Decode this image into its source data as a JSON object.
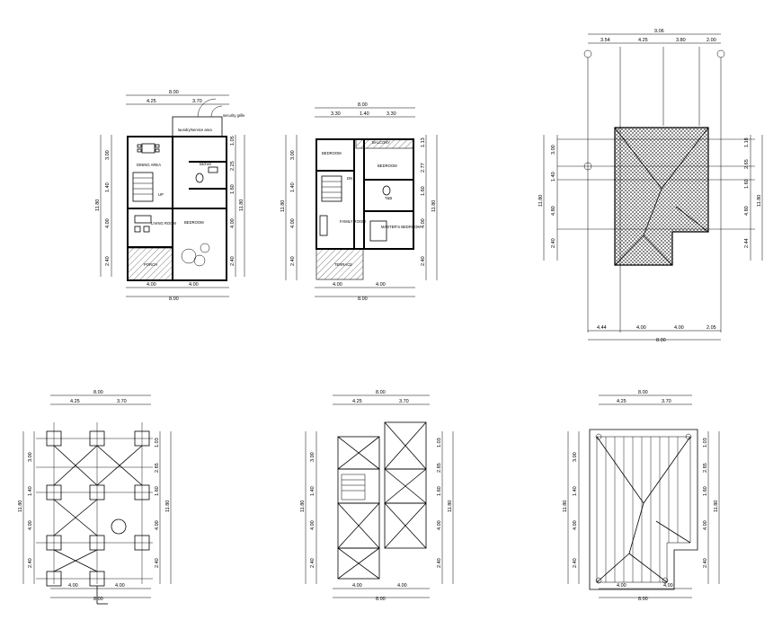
{
  "dims": {
    "total_width": "8.00",
    "total_width_b": "8.00",
    "total_height": "11.80",
    "top_split": [
      "4.25",
      "3.70"
    ],
    "mid_split": [
      "3.30",
      "1.40",
      "3.30"
    ],
    "bottom_split": [
      "4.00",
      "4.00"
    ],
    "left_segments": [
      "3.00",
      "1.40",
      "4.00",
      "2.40"
    ],
    "right_segments_a": [
      "1.05",
      "2.25",
      "1.60",
      "4.00",
      "2.40"
    ],
    "right_segments_b": [
      "1.13",
      "2.77",
      "1.60",
      "4.00",
      "2.40"
    ],
    "right_segments_c": [
      "1.03",
      "2.85",
      "1.60",
      "4.00",
      "2.40"
    ],
    "roof_top": [
      "9.06",
      "3.54",
      "4.25",
      "3.80",
      "2.00"
    ],
    "roof_left": [
      "3.00",
      "1.40",
      "4.80",
      "2.40"
    ],
    "roof_right": [
      "1.18",
      "2.65",
      "1.60",
      "4.80",
      "2.44"
    ],
    "roof_bottom": [
      "4.44",
      "4.00",
      "4.00",
      "2.05"
    ]
  },
  "rooms": {
    "security_grille": "security grille",
    "laundry": "laundry/service area",
    "dining": "DINING AREA",
    "kitchen": "kitchen",
    "bedroom": "BEDROOM",
    "living": "LIVING ROOM",
    "porch": "PORCH",
    "up": "UP",
    "tb": "T&B",
    "balcony": "BALCONY",
    "dn": "DN",
    "family": "FAMILY ROOM",
    "master": "MASTER'S BEDROOM",
    "terrace": "TERRACE"
  }
}
